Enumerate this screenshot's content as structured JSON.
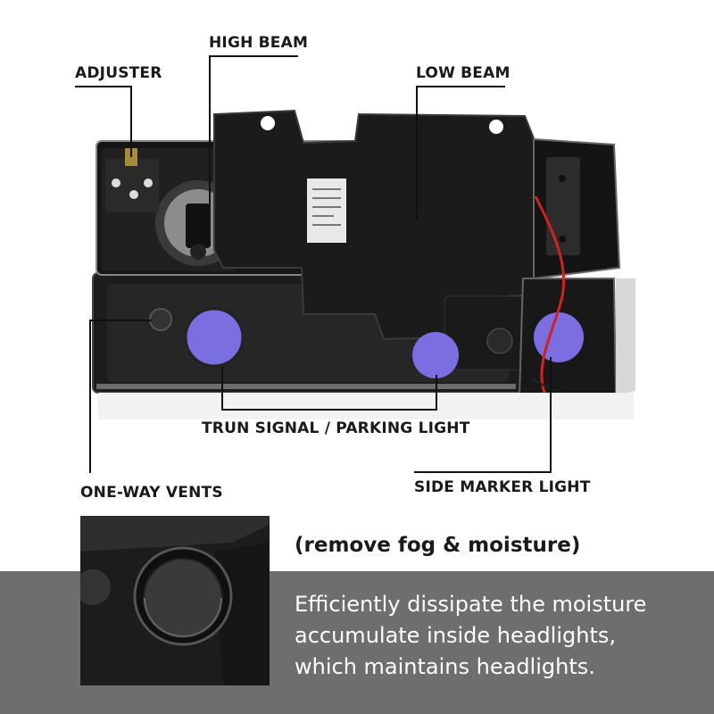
{
  "callouts": {
    "high_beam": "HIGH BEAM",
    "adjuster": "ADJUSTER",
    "low_beam": "LOW BEAM",
    "turn_signal": "TRUN SIGNAL / PARKING LIGHT",
    "one_way_vents": "ONE-WAY VENTS",
    "side_marker": "SIDE MARKER LIGHT"
  },
  "feature": {
    "subtitle": "(remove fog & moisture)",
    "description_lines": [
      "Efficiently dissipate the moisture",
      "accumulate inside headlights,",
      "which maintains headlights."
    ]
  },
  "colors": {
    "housing": "#1e1e1e",
    "vent_purple": "#7b6ee0",
    "wire_red": "#d42020",
    "band_gray": "#6e6e6e"
  }
}
